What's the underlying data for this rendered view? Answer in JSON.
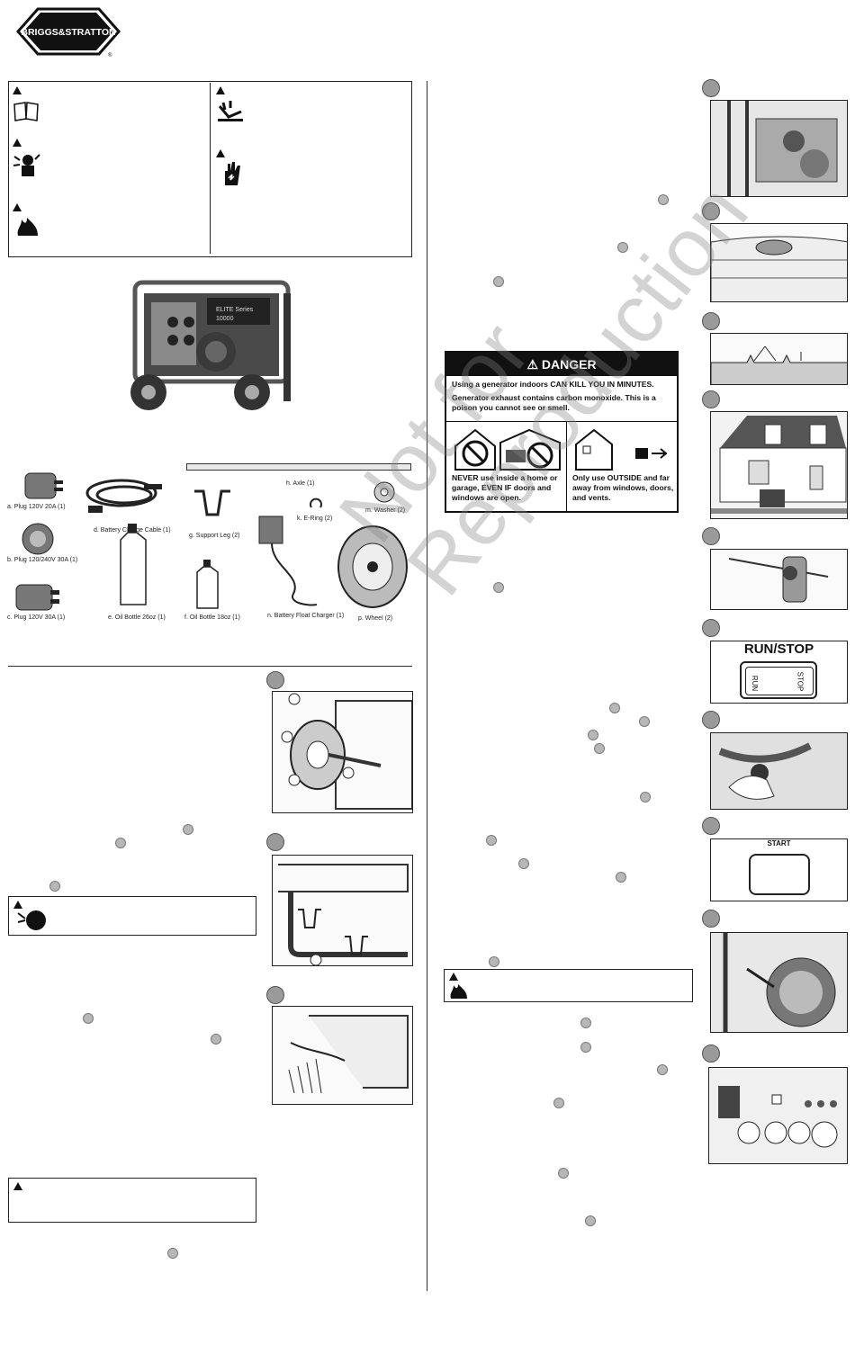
{
  "brand": {
    "logo_text": "BRIGGS&STRATTON",
    "registered": "®"
  },
  "parts": [
    {
      "label": "a. Plug 120V 20A (1)"
    },
    {
      "label": "b. Plug 120/240V 30A (1)"
    },
    {
      "label": "c. Plug 120V 30A (1)"
    },
    {
      "label": "d. Battery Charge Cable (1)"
    },
    {
      "label": "e. Oil Bottle  26oz (1)"
    },
    {
      "label": "f. Oil Bottle 18oz (1)"
    },
    {
      "label": "g. Support Leg (2)"
    },
    {
      "label": "h. Axle (1)"
    },
    {
      "label": "k. E-Ring (2)"
    },
    {
      "label": "m. Washer (2)"
    },
    {
      "label": "n. Battery Float Charger (1)"
    },
    {
      "label": "p. Wheel (2)"
    }
  ],
  "generator_photo": {
    "series": "ELITE Series",
    "watts": "10000"
  },
  "danger": {
    "header": "DANGER",
    "line1": "Using a generator indoors CAN KILL YOU IN MINUTES.",
    "line2": "Generator exhaust contains carbon monoxide. This is a poison you cannot see or smell.",
    "never": "NEVER use inside a home or garage, EVEN IF doors and windows are open.",
    "only": "Only use OUTSIDE and far away from windows, doors, and vents."
  },
  "switch": {
    "title": "RUN/STOP",
    "run": "RUN",
    "stop": "STOP"
  },
  "start_panel": {
    "title": "START"
  },
  "watermark": {
    "line1": "Not for",
    "line2": "Reproduction"
  },
  "icons": [
    "warning-triangle-icon",
    "manual-icon",
    "explosion-icon",
    "fire-icon",
    "hot-surface-icon",
    "shock-icon"
  ],
  "colors": {
    "ink": "#111111",
    "badge": "#9a9a9a",
    "danger_bg": "#111111"
  }
}
